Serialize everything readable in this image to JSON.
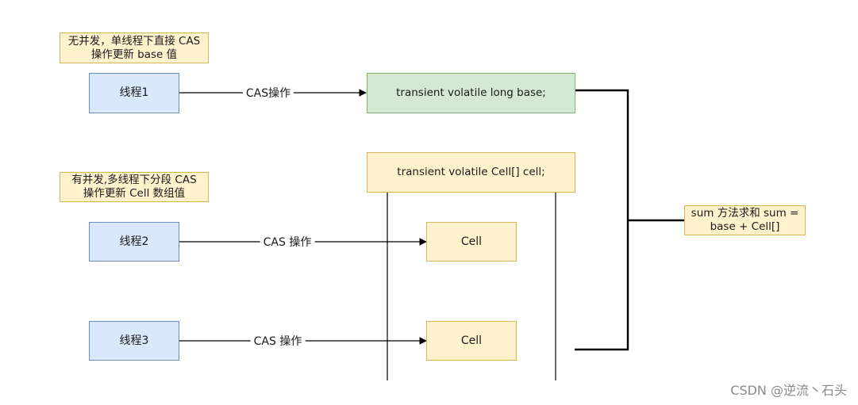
{
  "notes": {
    "no_concurrency": [
      "无并发，单线程下直接 CAS",
      "操作更新 base 值"
    ],
    "with_concurrency": [
      "有并发,多线程下分段 CAS",
      "操作更新 Cell 数组值"
    ]
  },
  "threads": [
    "线程1",
    "线程2",
    "线程3"
  ],
  "edges": {
    "thread1_to_base": "CAS操作",
    "thread2_to_cell": "CAS 操作",
    "thread3_to_cell": "CAS 操作"
  },
  "base_box": "transient volatile long base;",
  "cell_array_box": "transient volatile Cell[] cell;",
  "cells": [
    "Cell",
    "Cell"
  ],
  "sum_box": [
    "sum 方法求和 sum =",
    "base + Cell[]"
  ],
  "watermark": "CSDN @逆流丶石头",
  "colors": {
    "thread_fill": "#dae8fc",
    "thread_stroke": "#6c8ebf",
    "base_fill": "#d5e8d4",
    "base_stroke": "#82b366",
    "yellow_fill": "#fff2cc",
    "yellow_stroke": "#d6b656"
  }
}
